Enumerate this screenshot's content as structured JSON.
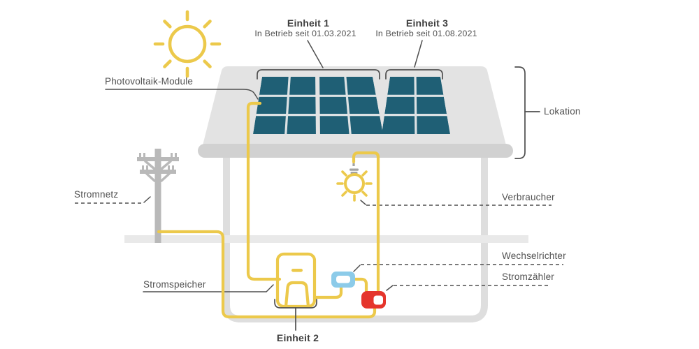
{
  "colors": {
    "accent_yellow": "#ECC94B",
    "panel_teal": "#1F5F75",
    "device_blue": "#8CCBE9",
    "device_red": "#E5352C",
    "house_gray": "#E3E3E3",
    "eave_gray": "#D1D1D1",
    "wall_gray": "#DEDEDE",
    "ground_gray": "#E9E9E9",
    "pole_gray": "#B9B9B9",
    "line_dark": "#4F4F4F",
    "text_dark": "#3E3E3E",
    "text_gray": "#515151"
  },
  "diagram": {
    "units": [
      {
        "title": "Einheit 1",
        "subtitle": "In Betrieb seit 01.03.2021"
      },
      {
        "title": "Einheit 3",
        "subtitle": "In Betrieb seit 01.08.2021"
      },
      {
        "title": "Einheit 2"
      }
    ],
    "labels": {
      "photovoltaik_module": "Photovoltaik-Module",
      "lokation": "Lokation",
      "stromnetz": "Stromnetz",
      "verbraucher": "Verbraucher",
      "wechselrichter": "Wechselrichter",
      "stromzaehler": "Stromzähler",
      "stromspeicher": "Stromspeicher"
    },
    "icons": {
      "sun": "sun-icon",
      "power_pole": "power-pole-icon",
      "solar_panels": "solar-panel-icon",
      "light_bulb": "light-bulb-icon",
      "battery": "battery-storage-icon",
      "inverter": "inverter-icon",
      "meter": "electricity-meter-icon"
    }
  }
}
